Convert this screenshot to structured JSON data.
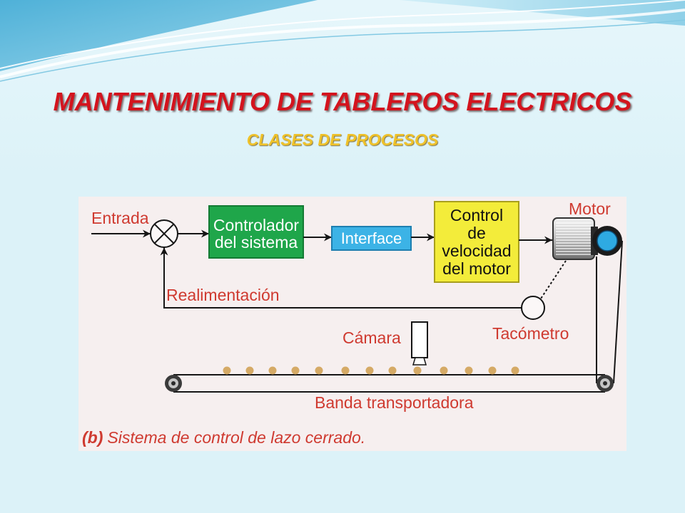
{
  "slide": {
    "title": "MANTENIMIENTO DE TABLEROS ELECTRICOS",
    "subtitle": "CLASES DE PROCESOS"
  },
  "diagram": {
    "input_label": "Entrada",
    "controller_lines": [
      "Controlador",
      "del sistema"
    ],
    "interface_label": "Interface",
    "speed_control_lines": [
      "Control",
      "de",
      "velocidad",
      "del motor"
    ],
    "motor_label": "Motor",
    "feedback_label": "Realimentación",
    "tachometer_label": "Tacómetro",
    "camera_label": "Cámara",
    "conveyor_label": "Banda transportadora",
    "caption_tag": "(b)",
    "caption_text": "Sistema de control de lazo cerrado."
  },
  "colors": {
    "slide_background": "#dcf2f8",
    "title": "#d3141e",
    "subtitle": "#efc22a",
    "labels": "#cf3a30",
    "controller_box": "#1fa64a",
    "interface_box": "#3cb3e6",
    "speed_control_box": "#f3ec3a",
    "conveyor_items": "#d5aa66"
  }
}
